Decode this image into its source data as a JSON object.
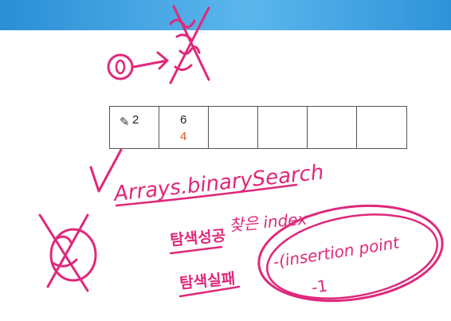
{
  "slide": {
    "topbar_color": "#2b8fd6",
    "ink_color": "#e0287a"
  },
  "array_cells": [
    {
      "value": "2",
      "correction": ""
    },
    {
      "value": "6",
      "correction": "4"
    },
    {
      "value": "",
      "correction": ""
    },
    {
      "value": "",
      "correction": ""
    },
    {
      "value": "",
      "correction": ""
    },
    {
      "value": "",
      "correction": ""
    }
  ],
  "annotations": {
    "circled_zero": "0",
    "method_name": "Arrays.binarySearch",
    "success_label": "탐색성공",
    "success_value": "찾은 index",
    "fail_label": "탐색실패",
    "fail_value": "-(insertion point",
    "fail_extra": "-1"
  }
}
